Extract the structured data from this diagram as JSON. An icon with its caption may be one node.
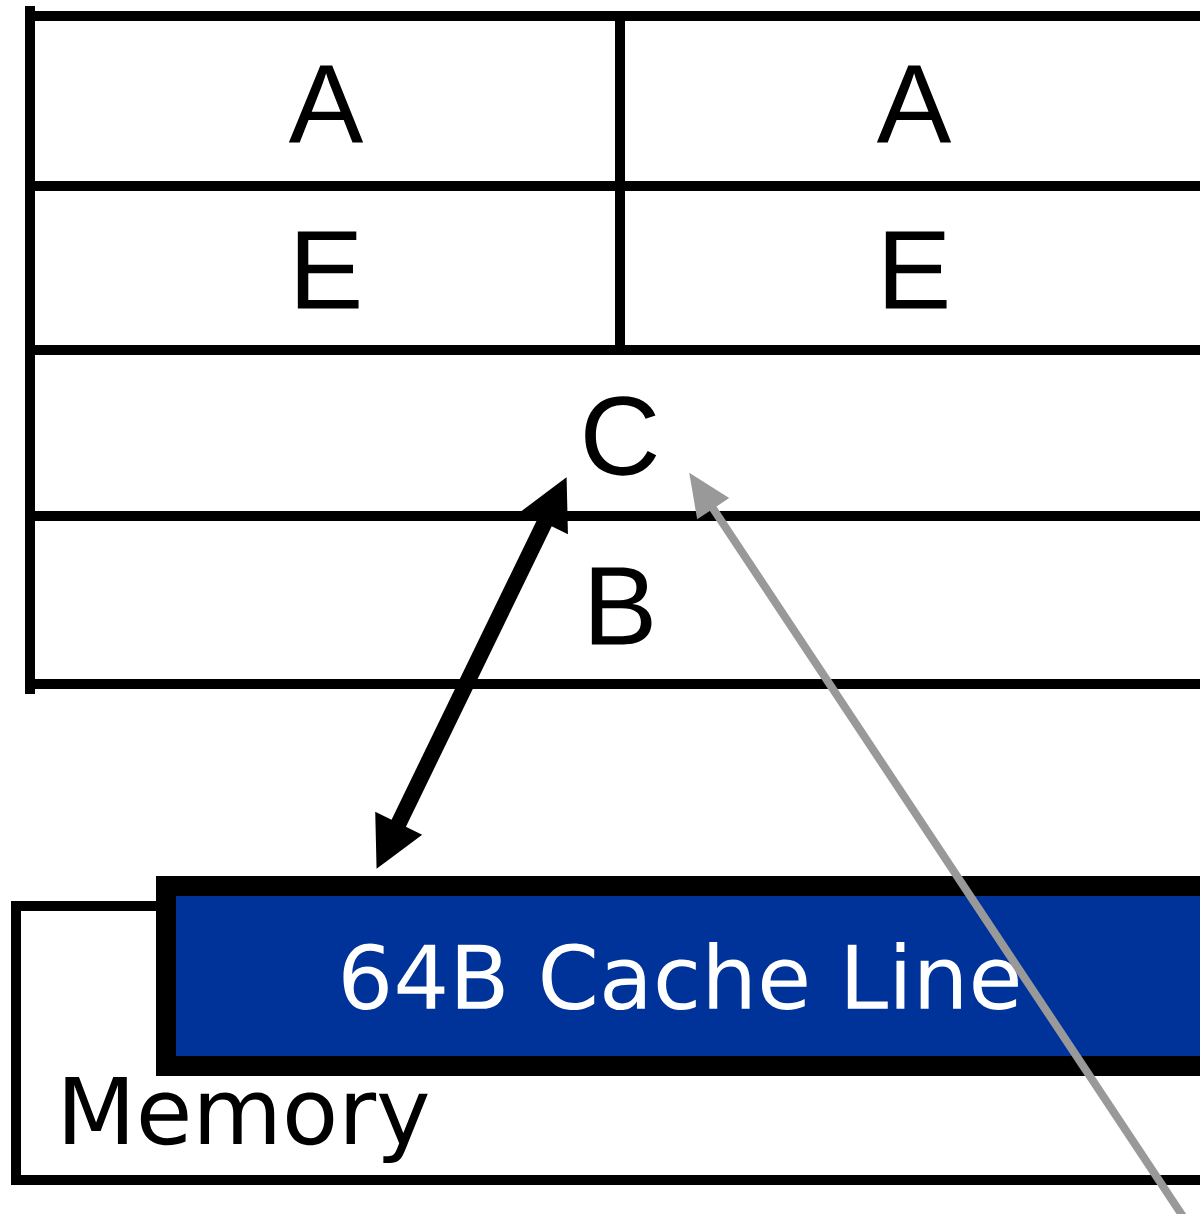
{
  "diagram": {
    "nodes": [
      {
        "text": [
          "C"
        ]
      },
      {
        "text": [
          "Memory"
        ]
      },
      {
        "text": [
          "64B Cache Line"
        ]
      }
    ],
    "edges": [
      {
        "from": 2,
        "to": 0,
        "arrow": "both",
        "style": "thick"
      },
      {
        "from": null,
        "to": 0,
        "arrow": "to",
        "color": "#999999"
      }
    ],
    "labels": [
      "A",
      "A",
      "E",
      "E",
      "B"
    ]
  }
}
